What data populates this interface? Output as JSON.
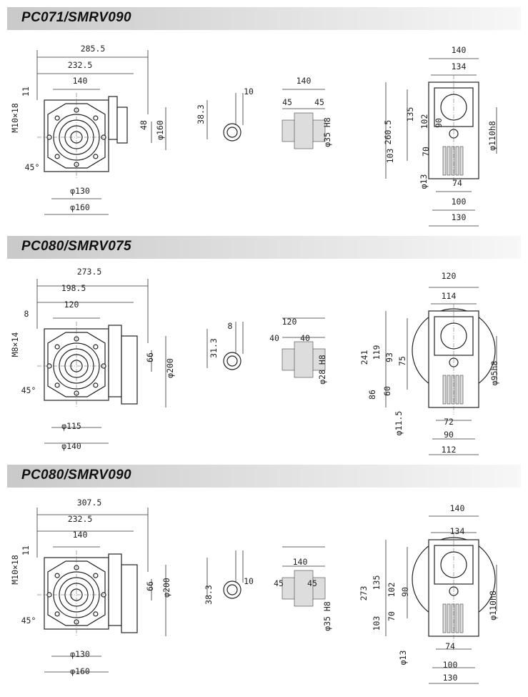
{
  "sections": [
    {
      "title": "PC071/SMRV090",
      "labels": [
        "285.5",
        "232.5",
        "140",
        "11",
        "M10×18",
        "48",
        "φ160",
        "45°",
        "φ130",
        "φ160",
        "38.3",
        "10",
        "140",
        "45",
        "45",
        "φ35 H8",
        "140",
        "134",
        "260.5",
        "135",
        "102",
        "90",
        "103",
        "70",
        "φ13",
        "φ110h8",
        "74",
        "100",
        "130"
      ]
    },
    {
      "title": "PC080/SMRV075",
      "labels": [
        "273.5",
        "198.5",
        "120",
        "8",
        "M8×14",
        "66",
        "φ200",
        "45°",
        "φ115",
        "φ140",
        "31.3",
        "8",
        "120",
        "40",
        "40",
        "φ28 H8",
        "120",
        "114",
        "241",
        "119",
        "93",
        "75",
        "86",
        "60",
        "φ11.5",
        "φ95h8",
        "72",
        "90",
        "112"
      ]
    },
    {
      "title": "PC080/SMRV090",
      "labels": [
        "307.5",
        "232.5",
        "140",
        "11",
        "M10×18",
        "66",
        "φ200",
        "45°",
        "φ130",
        "φ160",
        "38.3",
        "10",
        "140",
        "45",
        "45",
        "φ35 H8",
        "140",
        "134",
        "273",
        "135",
        "102",
        "90",
        "103",
        "70",
        "φ13",
        "φ110h8",
        "74",
        "100",
        "130"
      ]
    }
  ]
}
